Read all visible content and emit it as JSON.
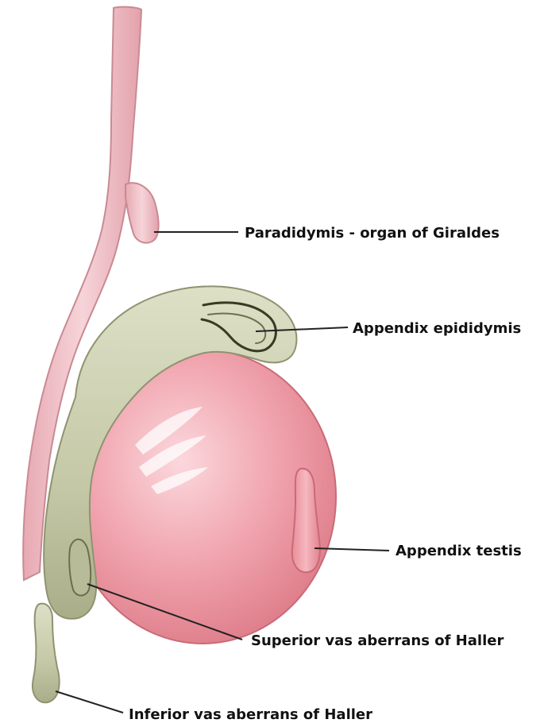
{
  "labels": {
    "paradidymis": "Paradidymis - organ of Giraldes",
    "appendix_epididymis": "Appendix epididymis",
    "appendix_testis": "Appendix testis",
    "superior_vas": "Superior vas aberrans of Haller",
    "inferior_vas": "Inferior vas aberrans of Haller"
  },
  "colors": {
    "background": "#ffffff",
    "vas_deferens": "#f2c6cc",
    "testis": "#ee9aa4",
    "epididymis": "#c9ccad",
    "leader_line": "#222222",
    "label_text": "#111111"
  }
}
